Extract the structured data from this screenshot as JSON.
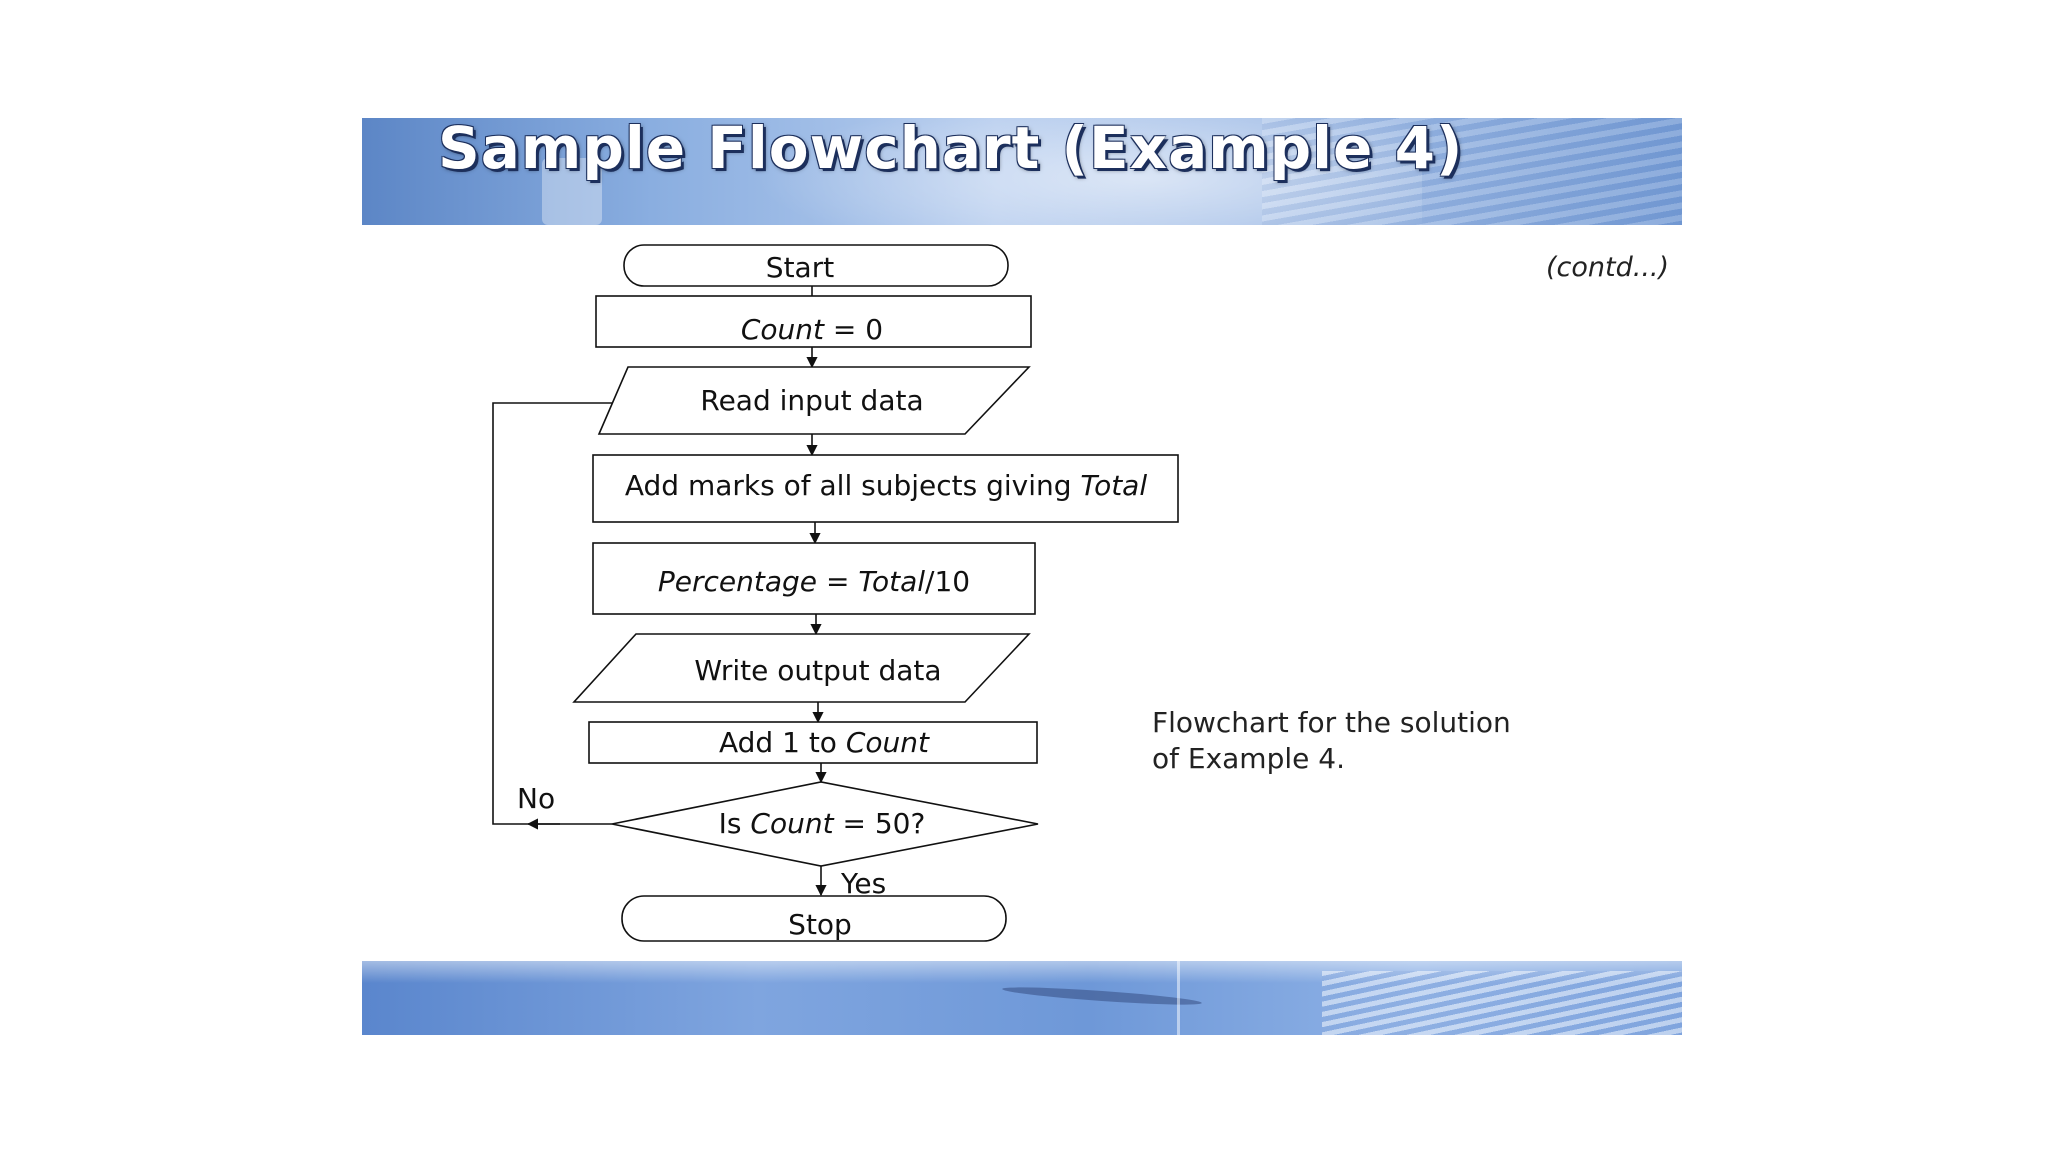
{
  "title": "Sample Flowchart (Example 4)",
  "contd": "(contd...)",
  "caption": {
    "line1": "Flowchart for the solution",
    "line2": "of Example 4."
  },
  "flowchart": {
    "start": "Start",
    "count_init": {
      "var": "Count",
      "rest": " = 0"
    },
    "read_input": "Read input data",
    "add_marks": {
      "text": "Add marks of all subjects giving ",
      "var": "Total"
    },
    "percentage": {
      "var1": "Percentage",
      "mid": " = ",
      "var2": "Total",
      "rest": "/10"
    },
    "write_output": "Write output data",
    "add_count": {
      "text": "Add 1 to ",
      "var": "Count"
    },
    "decision": {
      "pre": "Is ",
      "var": "Count",
      "rest": " = 50?"
    },
    "no_label": "No",
    "yes_label": "Yes",
    "stop": "Stop"
  }
}
